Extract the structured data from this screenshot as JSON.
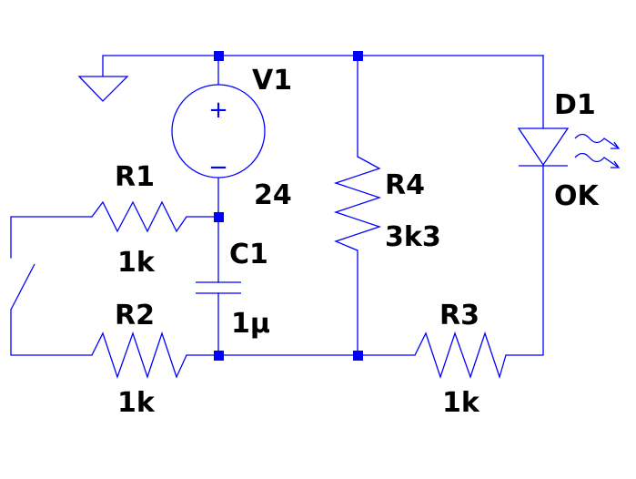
{
  "components": {
    "V1": {
      "name": "V1",
      "value": "24"
    },
    "R1": {
      "name": "R1",
      "value": "1k"
    },
    "R2": {
      "name": "R2",
      "value": "1k"
    },
    "R3": {
      "name": "R3",
      "value": "1k"
    },
    "R4": {
      "name": "R4",
      "value": "3k3"
    },
    "C1": {
      "name": "C1",
      "value": "1μ"
    },
    "D1": {
      "name": "D1",
      "value": "OK"
    }
  },
  "symbols": {
    "plus": "+",
    "minus": "−"
  },
  "colors": {
    "wire": "#0000ff",
    "text": "#000000",
    "background": "#ffffff"
  }
}
